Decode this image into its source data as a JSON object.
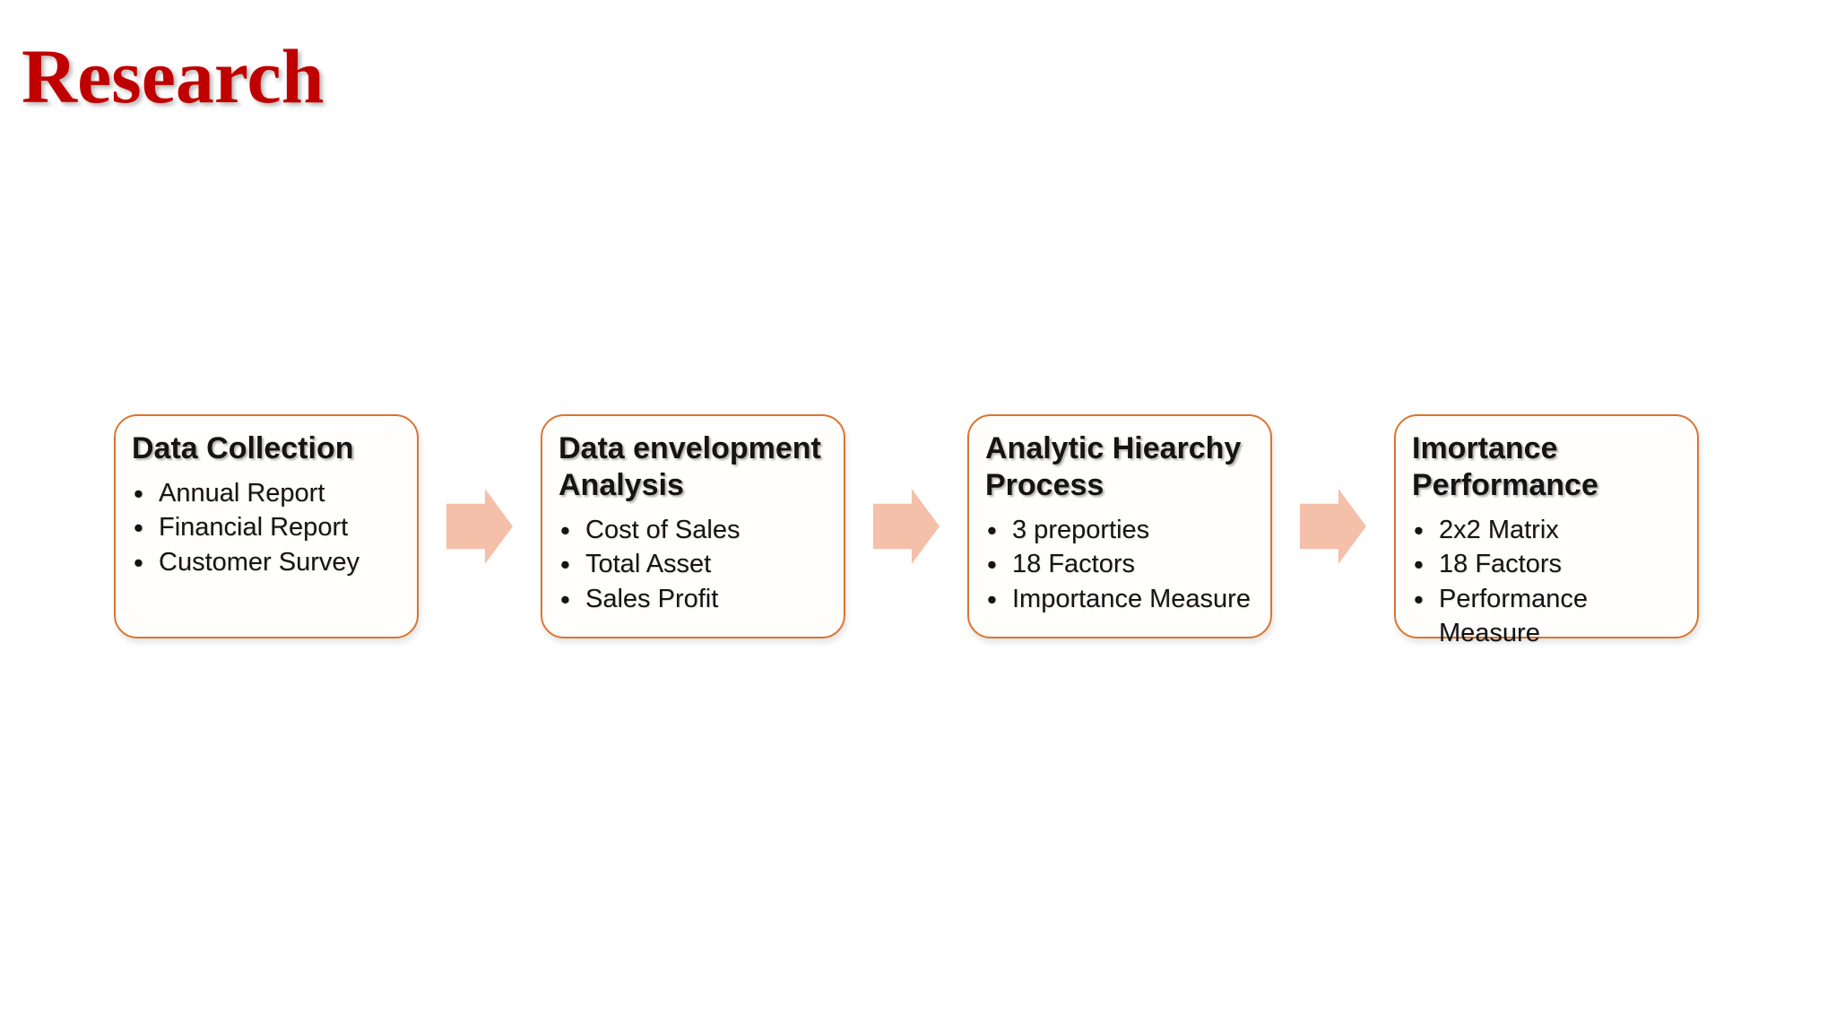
{
  "colors": {
    "background": "#ffffff",
    "box_border": "#DB7530",
    "arrow_fill": "#F4C0AA",
    "title_red": "#C00000",
    "text": "#141414"
  },
  "title": {
    "text": "Research"
  },
  "flow": {
    "steps": [
      {
        "title": "Data Collection",
        "bullets": [
          "Annual Report",
          "Financial Report",
          "Customer Survey"
        ]
      },
      {
        "title": "Data envelopment Analysis",
        "bullets": [
          "Cost of Sales",
          "Total Asset",
          "Sales Profit"
        ]
      },
      {
        "title": "Analytic Hiearchy Process",
        "bullets": [
          "3 preporties",
          "18 Factors",
          "Importance Measure"
        ]
      },
      {
        "title": "Imortance Performance",
        "bullets": [
          "2x2 Matrix",
          "18 Factors",
          "Performance Measure"
        ]
      }
    ]
  }
}
